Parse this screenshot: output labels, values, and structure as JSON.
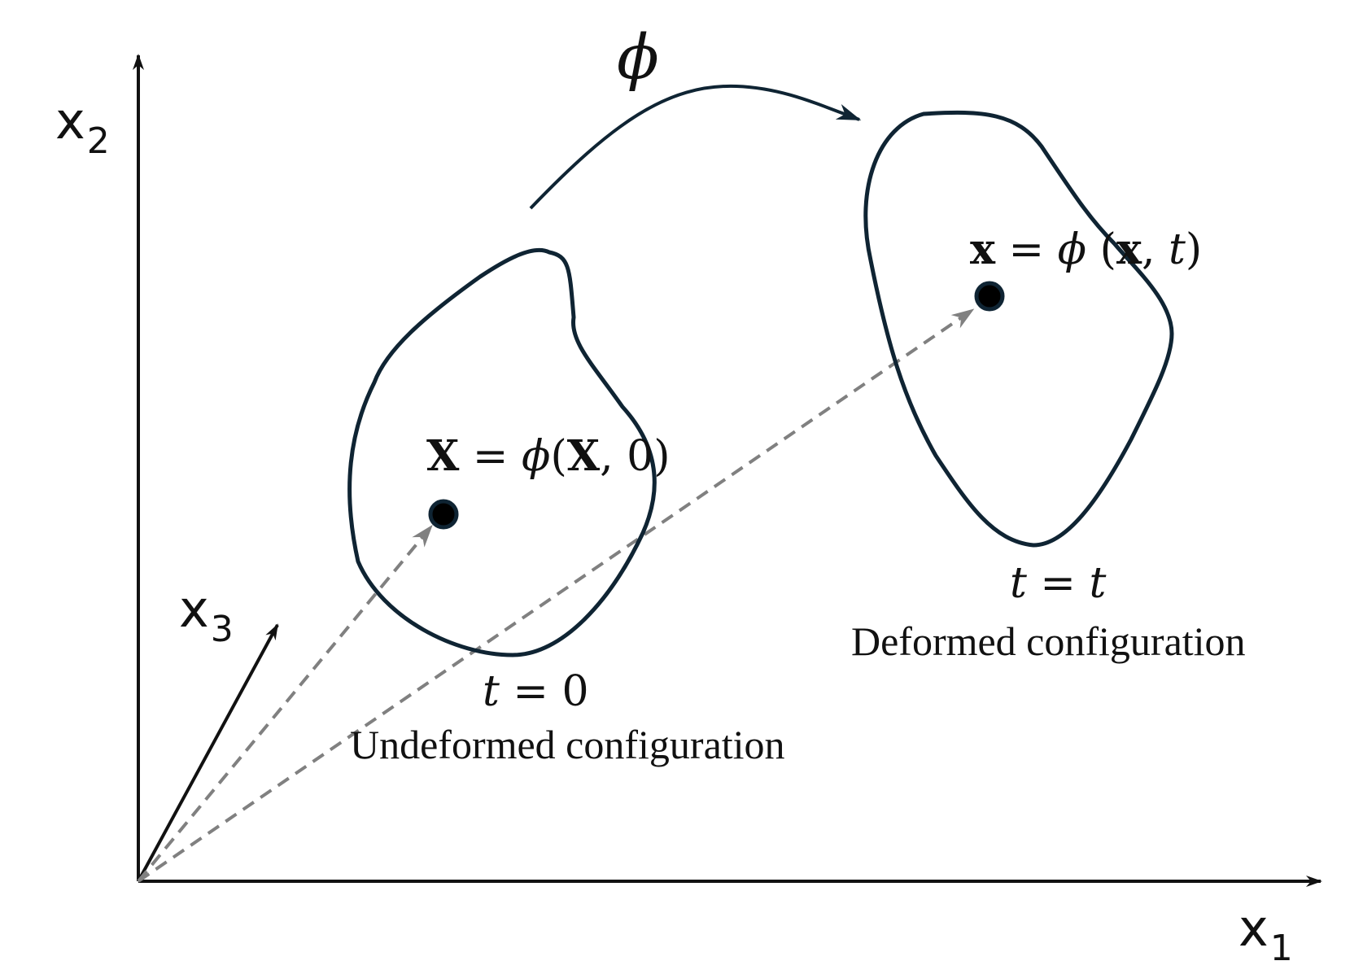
{
  "axes": {
    "x1": {
      "base": "x",
      "sub": "1"
    },
    "x2": {
      "base": "x",
      "sub": "2"
    },
    "x3": {
      "base": "x",
      "sub": "3"
    }
  },
  "mapping": {
    "symbol": "ϕ"
  },
  "undeformed": {
    "point_label": {
      "var": "X",
      "eq": " = ",
      "phi": "ϕ",
      "open": "(",
      "var2": "X",
      "comma": ", ",
      "arg": "0",
      "close": ")"
    },
    "time_label": {
      "t": "t",
      "eq": " = ",
      "val": "0"
    },
    "caption": "Undeformed configuration"
  },
  "deformed": {
    "point_label": {
      "var": "x",
      "eq": " = ",
      "phi": "ϕ",
      "open": " (",
      "var2": "x",
      "comma": ", ",
      "arg": "t",
      "close": ")"
    },
    "time_label": {
      "t": "t",
      "eq": " = ",
      "val": "t"
    },
    "caption": "Deformed configuration"
  },
  "colors": {
    "axis": "#111111",
    "outline": "#0f2433",
    "dashed": "#808080",
    "point": "#000000"
  }
}
